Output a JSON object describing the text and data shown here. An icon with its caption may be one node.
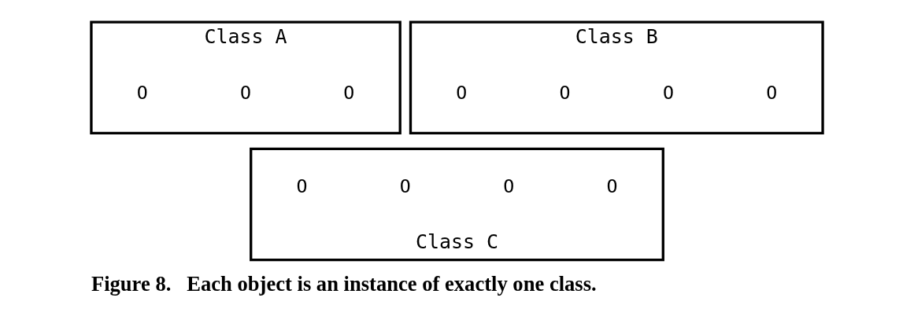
{
  "diagram": {
    "caption": "Figure 8.   Each object is an instance of exactly one class.",
    "nodes": [
      {
        "text": [
          "Class A",
          "O",
          "O",
          "O"
        ]
      },
      {
        "text": [
          "Class B",
          "O",
          "O",
          "O",
          "O"
        ]
      },
      {
        "text": [
          "O",
          "O",
          "O",
          "O",
          "Class C"
        ]
      }
    ],
    "edges": []
  }
}
